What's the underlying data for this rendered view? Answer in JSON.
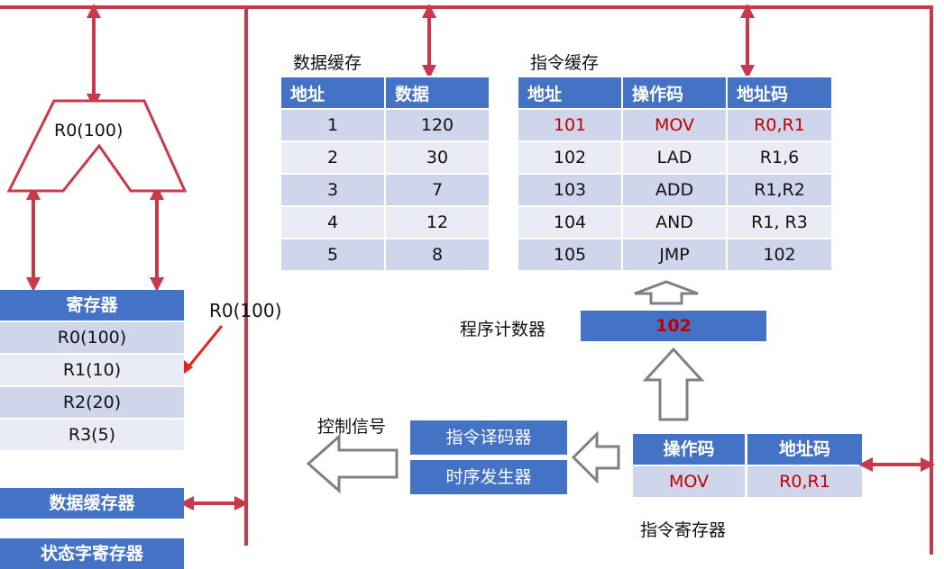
{
  "data_cache": {
    "title": "数据缓存",
    "headers": [
      "地址",
      "数据"
    ],
    "rows": [
      [
        "1",
        "120"
      ],
      [
        "2",
        "30"
      ],
      [
        "3",
        "7"
      ],
      [
        "4",
        "12"
      ],
      [
        "5",
        "8"
      ]
    ]
  },
  "instr_cache": {
    "title": "指令缓存",
    "headers": [
      "地址",
      "操作码",
      "地址码"
    ],
    "rows": [
      [
        "101",
        "MOV",
        "R0,R1"
      ],
      [
        "102",
        "LAD",
        "R1,6"
      ],
      [
        "103",
        "ADD",
        "R1,R2"
      ],
      [
        "104",
        "AND",
        "R1, R3"
      ],
      [
        "105",
        "JMP",
        "102"
      ]
    ],
    "highlight_row": 0
  },
  "alu": {
    "label": "R0(100)"
  },
  "registers": {
    "header": "寄存器",
    "items": [
      "R0(100)",
      "R1(10)",
      "R2(20)",
      "R3(5)"
    ],
    "annotation": "R0(100)"
  },
  "data_buffer_register": "数据缓存器",
  "status_register": "状态字寄存器",
  "program_counter": {
    "label": "程序计数器",
    "value": "102"
  },
  "decoder": "指令译码器",
  "timing": "时序发生器",
  "control_signal": "控制信号",
  "instr_register": {
    "label": "指令寄存器",
    "headers": [
      "操作码",
      "地址码"
    ],
    "values": [
      "MOV",
      "R0,R1"
    ]
  },
  "colors": {
    "bus": "#c8394b",
    "header_blue": "#4472c4",
    "row_dark": "#cfd5ea",
    "row_light": "#e9ebf5",
    "highlight": "#c00000"
  }
}
